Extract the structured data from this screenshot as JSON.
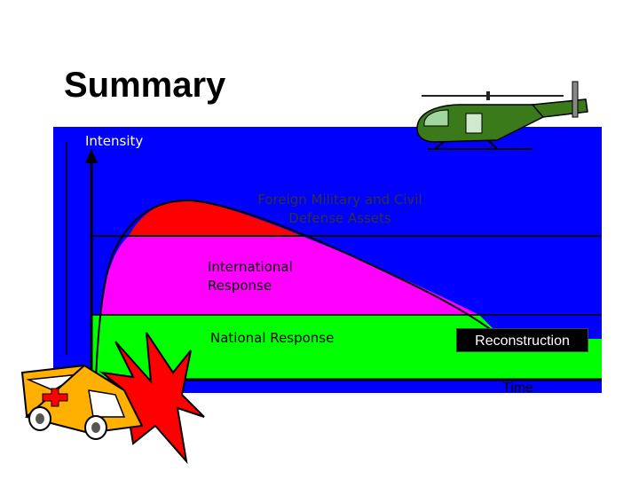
{
  "slide": {
    "title": "Summary"
  },
  "diagram": {
    "y_axis_label": "Intensity",
    "x_axis_label": "Time",
    "bands": [
      {
        "label": "Foreign Military and Civil Defense Assets",
        "color": "#ff0000"
      },
      {
        "label": "International Response",
        "color": "#ff00ff"
      },
      {
        "label": "National Response",
        "color": "#00ff00"
      }
    ],
    "phase_label": "Reconstruction",
    "background_color": "#0000ff"
  },
  "icons": [
    "helicopter-icon",
    "ambulance-icon",
    "explosion-icon"
  ]
}
